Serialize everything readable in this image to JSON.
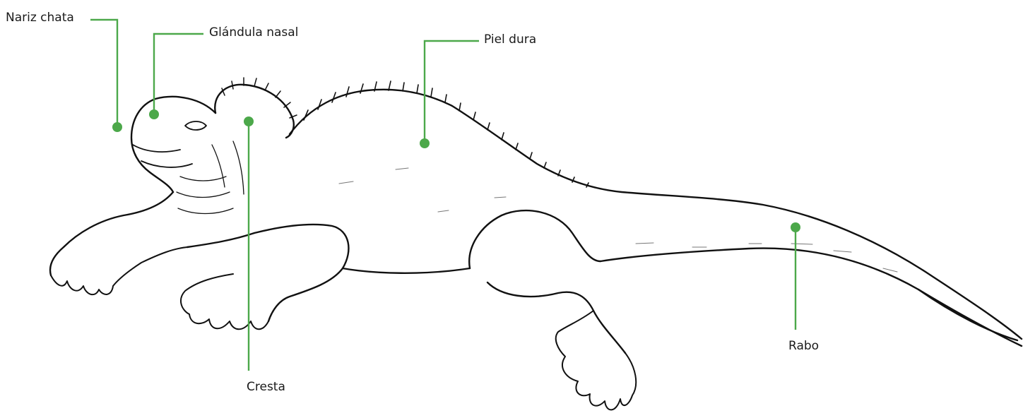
{
  "theme": {
    "leader_color": "#4ca84a",
    "outline_color": "#111111",
    "background": "#ffffff"
  },
  "subject_icon": "marine-iguana-illustration",
  "labels": {
    "nariz_chata": "Nariz chata",
    "glandula_nasal": "Glándula nasal",
    "piel_dura": "Piel dura",
    "cresta": "Cresta",
    "rabo": "Rabo"
  }
}
